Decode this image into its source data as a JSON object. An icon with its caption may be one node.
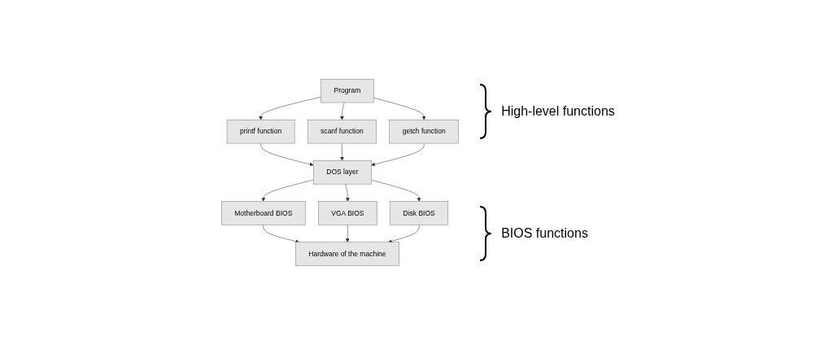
{
  "diagram": {
    "nodes": [
      {
        "text": [
          "Program"
        ]
      },
      {
        "text": [
          "printf function"
        ]
      },
      {
        "text": [
          "scanf function"
        ]
      },
      {
        "text": [
          "getch function"
        ]
      },
      {
        "text": [
          "DOS layer"
        ]
      },
      {
        "text": [
          "Motherboard BIOS"
        ]
      },
      {
        "text": [
          "VGA BIOS"
        ]
      },
      {
        "text": [
          "Disk BIOS"
        ]
      },
      {
        "text": [
          "Hardware of the machine"
        ]
      }
    ],
    "edges": [
      {
        "from": 0,
        "to": 1,
        "arrow": "to"
      },
      {
        "from": 0,
        "to": 2,
        "arrow": "to"
      },
      {
        "from": 0,
        "to": 3,
        "arrow": "to"
      },
      {
        "from": 1,
        "to": 4,
        "arrow": "to"
      },
      {
        "from": 2,
        "to": 4,
        "arrow": "to"
      },
      {
        "from": 3,
        "to": 4,
        "arrow": "to"
      },
      {
        "from": 4,
        "to": 5,
        "arrow": "to"
      },
      {
        "from": 4,
        "to": 6,
        "arrow": "to"
      },
      {
        "from": 4,
        "to": 7,
        "arrow": "to"
      },
      {
        "from": 5,
        "to": 8,
        "arrow": "to"
      },
      {
        "from": 6,
        "to": 8,
        "arrow": "to"
      },
      {
        "from": 7,
        "to": 8,
        "arrow": "to"
      }
    ],
    "labels": [
      "High-level functions",
      "BIOS functions"
    ]
  }
}
